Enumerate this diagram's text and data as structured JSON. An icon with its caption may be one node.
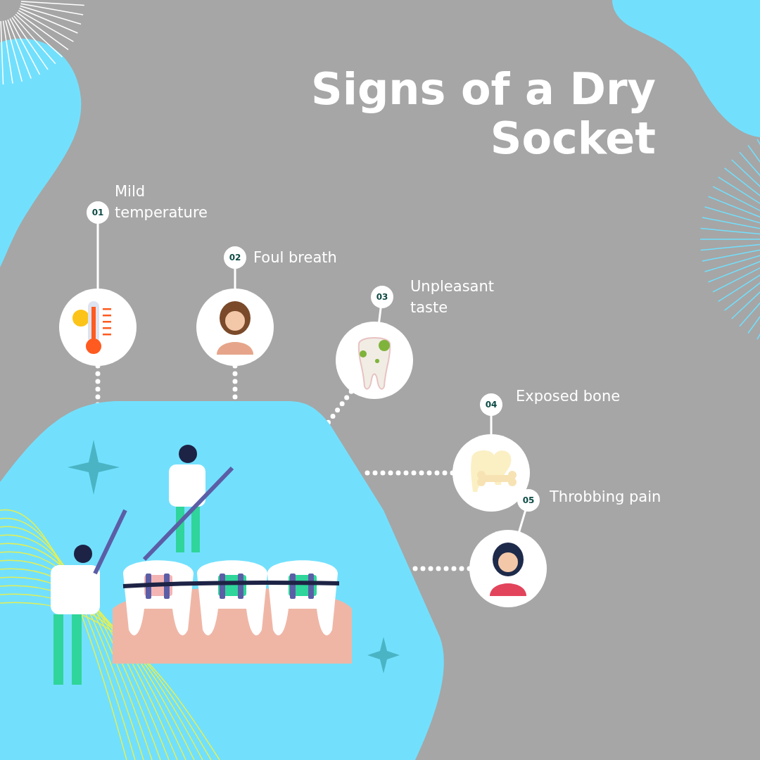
{
  "diagram": {
    "title": "Signs of a Dry Socket",
    "nodes": [
      {
        "text": [],
        "shape": "picture"
      },
      {
        "text": [
          "01"
        ],
        "beside": [
          "Mild temperature"
        ]
      },
      {
        "text": [],
        "shape": "circle"
      },
      {
        "text": [
          "02"
        ],
        "beside": [
          "Foul breath"
        ]
      },
      {
        "text": [],
        "shape": "circle"
      },
      {
        "text": [
          "03"
        ],
        "beside": [
          "Unpleasant taste"
        ]
      },
      {
        "text": [],
        "shape": "circle"
      },
      {
        "text": [
          "04"
        ],
        "beside": [
          "Exposed bone"
        ]
      },
      {
        "text": [],
        "shape": "circle"
      },
      {
        "text": [
          "05"
        ],
        "beside": [
          "Throbbing pain"
        ]
      },
      {
        "text": [],
        "shape": "circle"
      }
    ],
    "edges": [
      {
        "from": 1,
        "to": 2,
        "arrow": "none"
      },
      {
        "from": 2,
        "to": 0,
        "arrow": "none",
        "style": "dashed"
      },
      {
        "from": 3,
        "to": 4,
        "arrow": "none"
      },
      {
        "from": 4,
        "to": 0,
        "arrow": "none",
        "style": "dashed"
      },
      {
        "from": 5,
        "to": 6,
        "arrow": "none"
      },
      {
        "from": 6,
        "to": 0,
        "arrow": "none",
        "style": "dashed"
      },
      {
        "from": 7,
        "to": 8,
        "arrow": "none"
      },
      {
        "from": 8,
        "to": 0,
        "arrow": "none",
        "style": "dashed"
      },
      {
        "from": 9,
        "to": 10,
        "arrow": "none"
      },
      {
        "from": 10,
        "to": 0,
        "arrow": "none",
        "style": "dashed"
      }
    ]
  }
}
